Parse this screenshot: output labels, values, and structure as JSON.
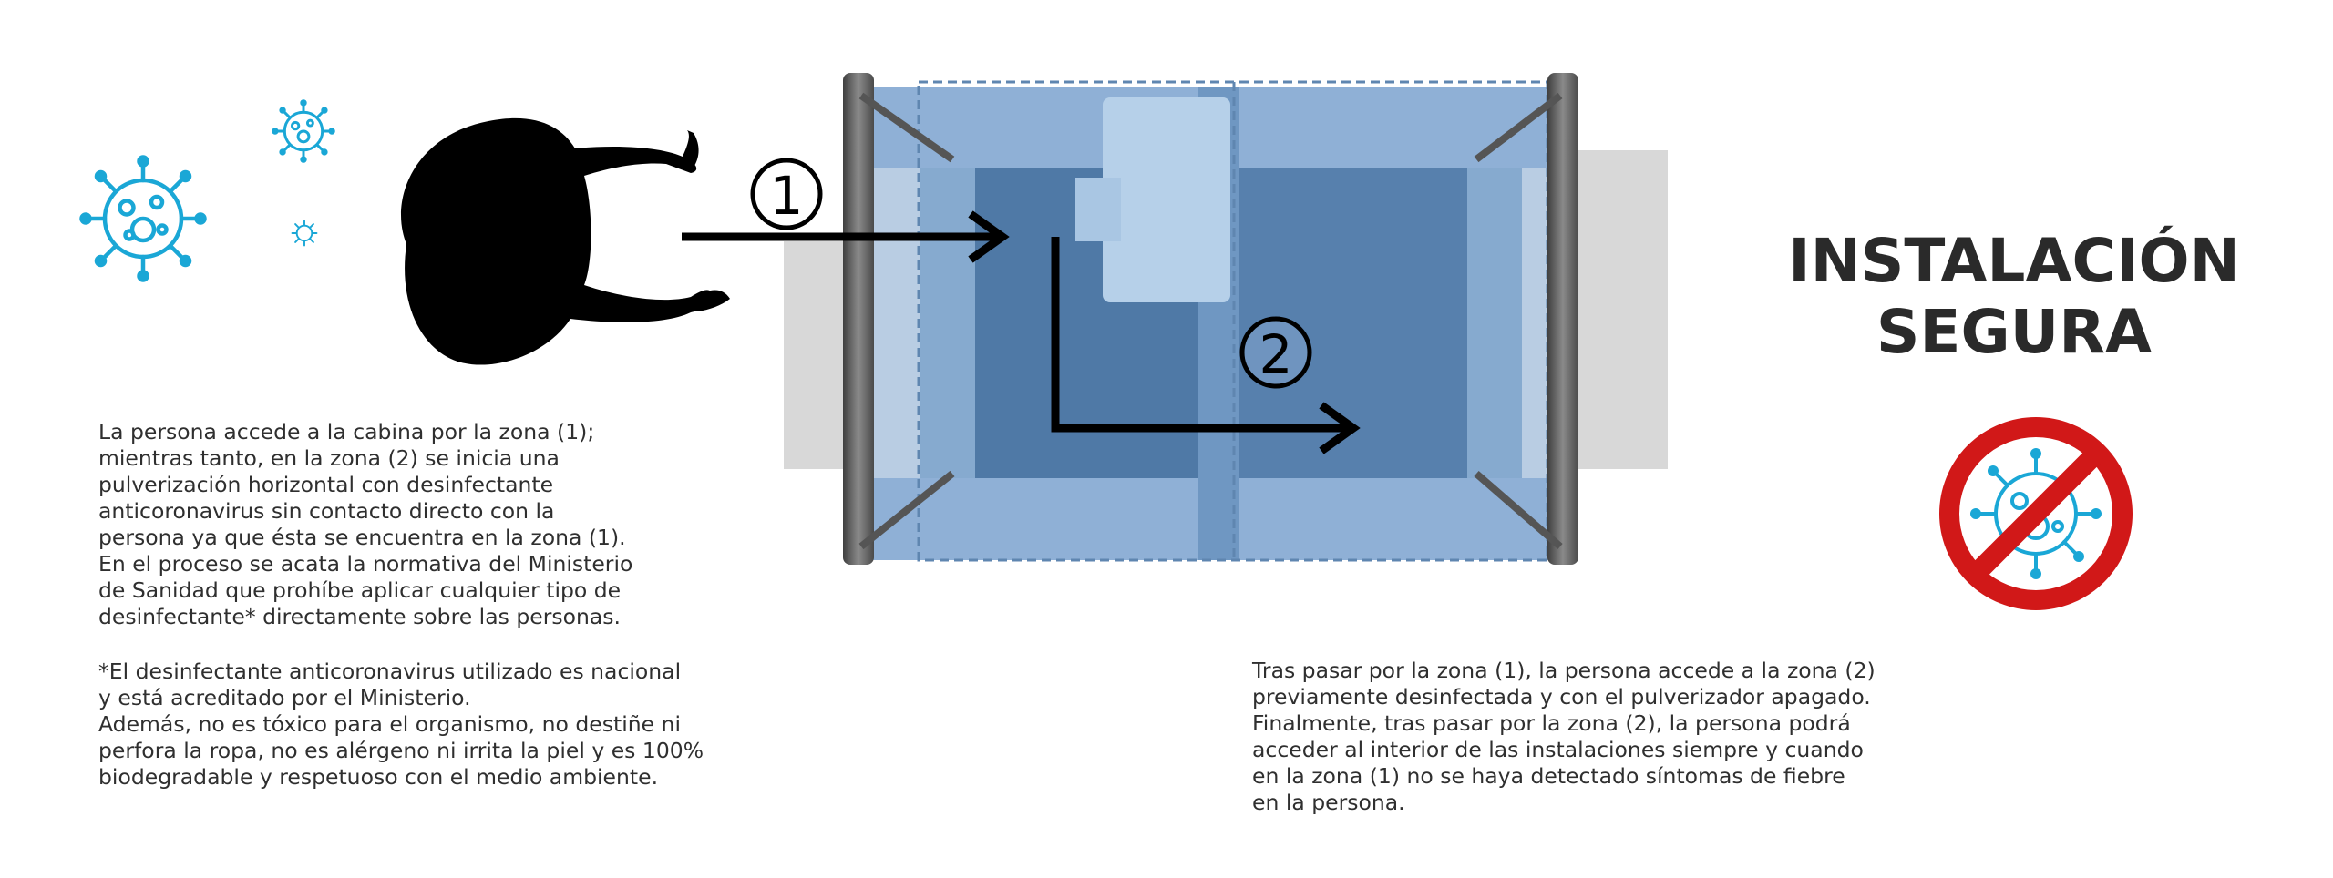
{
  "icons": {
    "virus_color": "#1aa7d6",
    "ban_color": "#d11818",
    "left_virus_icons": [
      "virus-icon",
      "virus-icon",
      "virus-icon"
    ],
    "ban_icon": "no-virus-icon"
  },
  "diagram": {
    "zone_1_label": "1",
    "zone_2_label": "2",
    "cabin_color": "#5f8fbf",
    "frame_color": "#5a5a5a"
  },
  "left_text": {
    "paragraph": "La persona accede a la cabina por la zona (1);\nmientras tanto, en la zona (2) se inicia una\npulverización horizontal con desinfectante\nanticoronavirus sin contacto directo con la\npersona ya que ésta se encuentra en la zona (1).\nEn el proceso se acata la normativa del Ministerio\nde Sanidad que prohíbe aplicar cualquier tipo de\ndesinfectante* directamente sobre las personas.",
    "footnote": "*El desinfectante anticoronavirus utilizado es nacional\ny está acreditado por el Ministerio.\nAdemás, no es tóxico para el organismo, no destiñe ni\nperfora la ropa, no es alérgeno ni irrita la piel y es 100%\nbiodegradable y respetuoso con el medio ambiente."
  },
  "right_text": {
    "paragraph": "Tras pasar por la zona (1), la persona accede a la zona (2)\npreviamente desinfectada y con el pulverizador apagado.\nFinalmente, tras pasar por la zona (2), la persona podrá\nacceder al interior de las instalaciones siempre y cuando\nen la zona (1) no se haya detectado síntomas de fiebre\nen la persona."
  },
  "title": {
    "line1": "INSTALACIÓN",
    "line2": "SEGURA"
  }
}
